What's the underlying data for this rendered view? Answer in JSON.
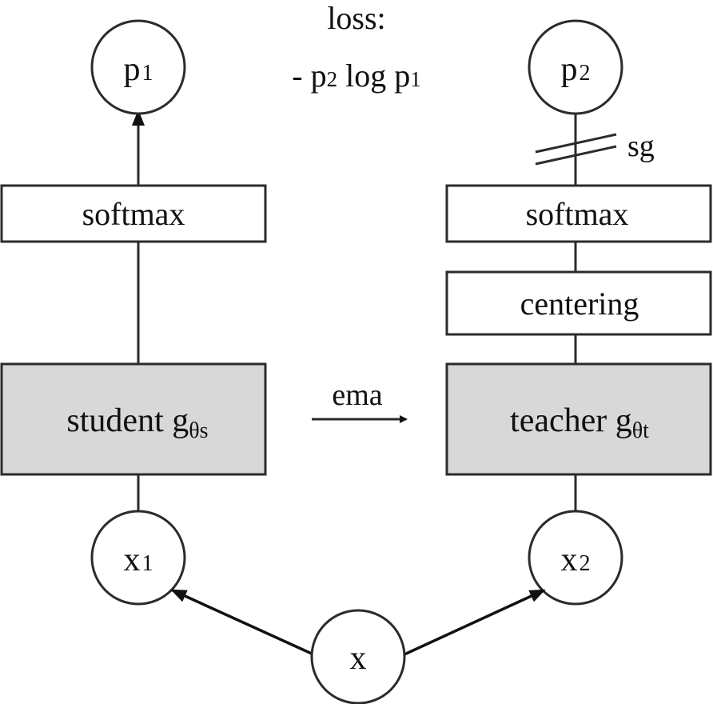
{
  "loss": {
    "line1": "loss:",
    "line2_prefix": "- p",
    "line2_sub1": "2",
    "line2_mid": " log p",
    "line2_sub2": "1"
  },
  "student": {
    "output": {
      "base": "p",
      "sub": "1"
    },
    "softmax": "softmax",
    "network": {
      "label": "student g",
      "sub": "θs"
    },
    "input": {
      "base": "x",
      "sub": "1"
    }
  },
  "teacher": {
    "output": {
      "base": "p",
      "sub": "2"
    },
    "stop_grad": "sg",
    "softmax": "softmax",
    "centering": "centering",
    "network": {
      "label": "teacher g",
      "sub": "θt"
    },
    "input": {
      "base": "x",
      "sub": "2"
    }
  },
  "ema_label": "ema",
  "root_input": "x"
}
